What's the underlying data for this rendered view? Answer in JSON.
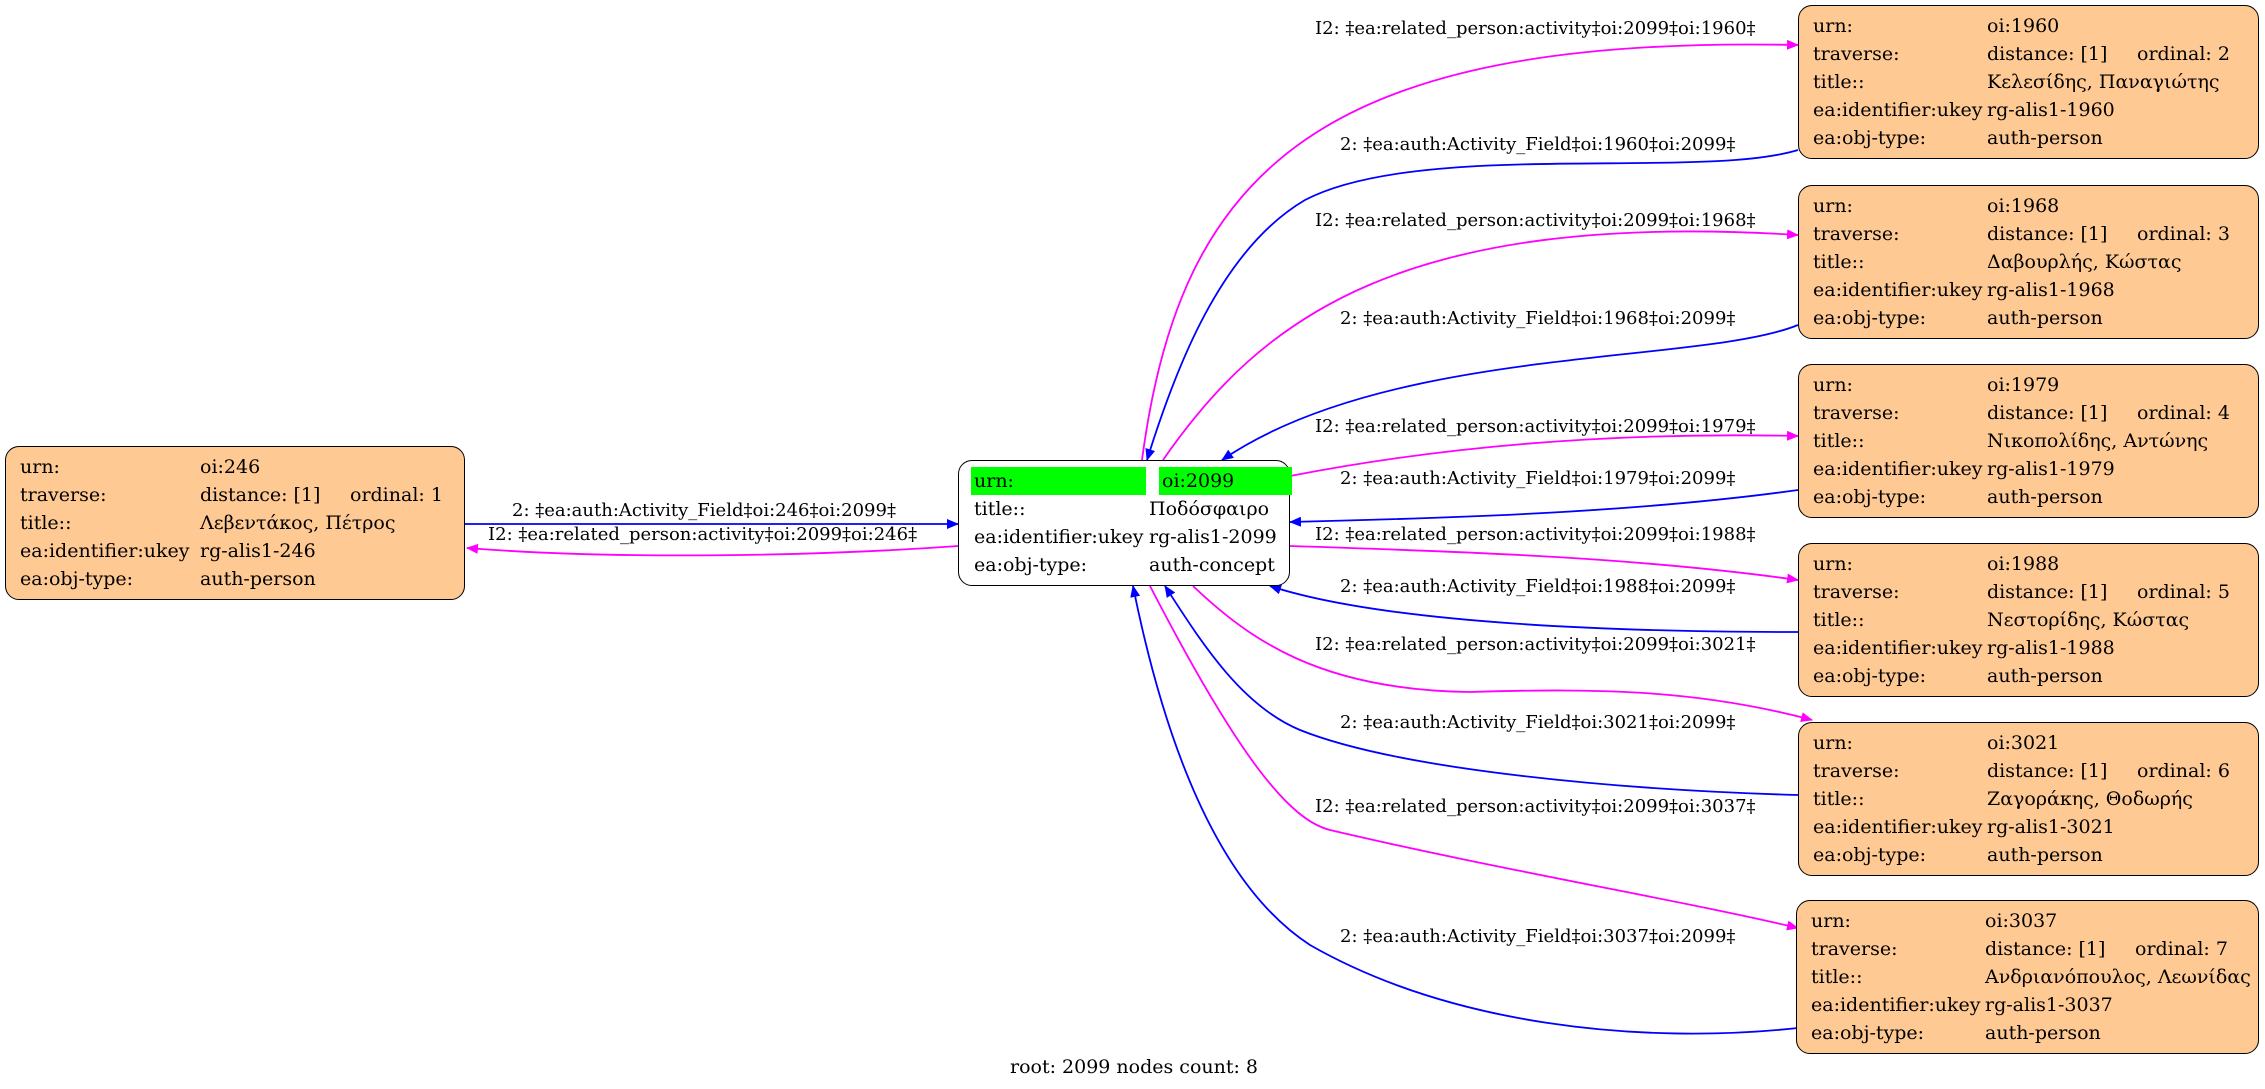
{
  "footer": "root: 2099 nodes count: 8",
  "colors": {
    "node_fill": "#fec993",
    "root_fill": "#ffffff",
    "highlight": "#00ff00",
    "edge_auth": "#0000ff",
    "edge_related": "#ff00ff"
  },
  "root_node": {
    "urn_key": "urn:",
    "urn_val": "oi:2099",
    "title_key": "title::",
    "title_val": "Ποδόσφαιρο",
    "ukey_key": "ea:identifier:ukey",
    "ukey_val": "rg-alis1-2099",
    "type_key": "ea:obj-type:",
    "type_val": "auth-concept"
  },
  "nodes": [
    {
      "urn_key": "urn:",
      "urn_val": "oi:246",
      "traverse_key": "traverse:",
      "distance": "distance: [1]",
      "ordinal": "ordinal: 1",
      "title_key": "title::",
      "title_val": "Λεβεντάκος, Πέτρος",
      "ukey_key": "ea:identifier:ukey",
      "ukey_val": "rg-alis1-246",
      "type_key": "ea:obj-type:",
      "type_val": "auth-person"
    },
    {
      "urn_key": "urn:",
      "urn_val": "oi:1960",
      "traverse_key": "traverse:",
      "distance": "distance: [1]",
      "ordinal": "ordinal: 2",
      "title_key": "title::",
      "title_val": "Κελεσίδης, Παναγιώτης",
      "ukey_key": "ea:identifier:ukey",
      "ukey_val": "rg-alis1-1960",
      "type_key": "ea:obj-type:",
      "type_val": "auth-person"
    },
    {
      "urn_key": "urn:",
      "urn_val": "oi:1968",
      "traverse_key": "traverse:",
      "distance": "distance: [1]",
      "ordinal": "ordinal: 3",
      "title_key": "title::",
      "title_val": "Δαβουρλής, Κώστας",
      "ukey_key": "ea:identifier:ukey",
      "ukey_val": "rg-alis1-1968",
      "type_key": "ea:obj-type:",
      "type_val": "auth-person"
    },
    {
      "urn_key": "urn:",
      "urn_val": "oi:1979",
      "traverse_key": "traverse:",
      "distance": "distance: [1]",
      "ordinal": "ordinal: 4",
      "title_key": "title::",
      "title_val": "Νικοπολίδης, Αντώνης",
      "ukey_key": "ea:identifier:ukey",
      "ukey_val": "rg-alis1-1979",
      "type_key": "ea:obj-type:",
      "type_val": "auth-person"
    },
    {
      "urn_key": "urn:",
      "urn_val": "oi:1988",
      "traverse_key": "traverse:",
      "distance": "distance: [1]",
      "ordinal": "ordinal: 5",
      "title_key": "title::",
      "title_val": "Νεστορίδης, Κώστας",
      "ukey_key": "ea:identifier:ukey",
      "ukey_val": "rg-alis1-1988",
      "type_key": "ea:obj-type:",
      "type_val": "auth-person"
    },
    {
      "urn_key": "urn:",
      "urn_val": "oi:3021",
      "traverse_key": "traverse:",
      "distance": "distance: [1]",
      "ordinal": "ordinal: 6",
      "title_key": "title::",
      "title_val": "Ζαγοράκης, Θοδωρής",
      "ukey_key": "ea:identifier:ukey",
      "ukey_val": "rg-alis1-3021",
      "type_key": "ea:obj-type:",
      "type_val": "auth-person"
    },
    {
      "urn_key": "urn:",
      "urn_val": "oi:3037",
      "traverse_key": "traverse:",
      "distance": "distance: [1]",
      "ordinal": "ordinal: 7",
      "title_key": "title::",
      "title_val": "Ανδριανόπουλος, Λεωνίδας",
      "ukey_key": "ea:identifier:ukey",
      "ukey_val": "rg-alis1-3037",
      "type_key": "ea:obj-type:",
      "type_val": "auth-person"
    }
  ],
  "edge_labels": {
    "e246_auth": "2: ‡ea:auth:Activity_Field‡oi:246‡oi:2099‡",
    "e246_rel": "I2: ‡ea:related_person:activity‡oi:2099‡oi:246‡",
    "e1960_rel": "I2: ‡ea:related_person:activity‡oi:2099‡oi:1960‡",
    "e1960_auth": "2: ‡ea:auth:Activity_Field‡oi:1960‡oi:2099‡",
    "e1968_rel": "I2: ‡ea:related_person:activity‡oi:2099‡oi:1968‡",
    "e1968_auth": "2: ‡ea:auth:Activity_Field‡oi:1968‡oi:2099‡",
    "e1979_rel": "I2: ‡ea:related_person:activity‡oi:2099‡oi:1979‡",
    "e1979_auth": "2: ‡ea:auth:Activity_Field‡oi:1979‡oi:2099‡",
    "e1988_rel": "I2: ‡ea:related_person:activity‡oi:2099‡oi:1988‡",
    "e1988_auth": "2: ‡ea:auth:Activity_Field‡oi:1988‡oi:2099‡",
    "e3021_rel": "I2: ‡ea:related_person:activity‡oi:2099‡oi:3021‡",
    "e3021_auth": "2: ‡ea:auth:Activity_Field‡oi:3021‡oi:2099‡",
    "e3037_rel": "I2: ‡ea:related_person:activity‡oi:2099‡oi:3037‡",
    "e3037_auth": "2: ‡ea:auth:Activity_Field‡oi:3037‡oi:2099‡"
  }
}
